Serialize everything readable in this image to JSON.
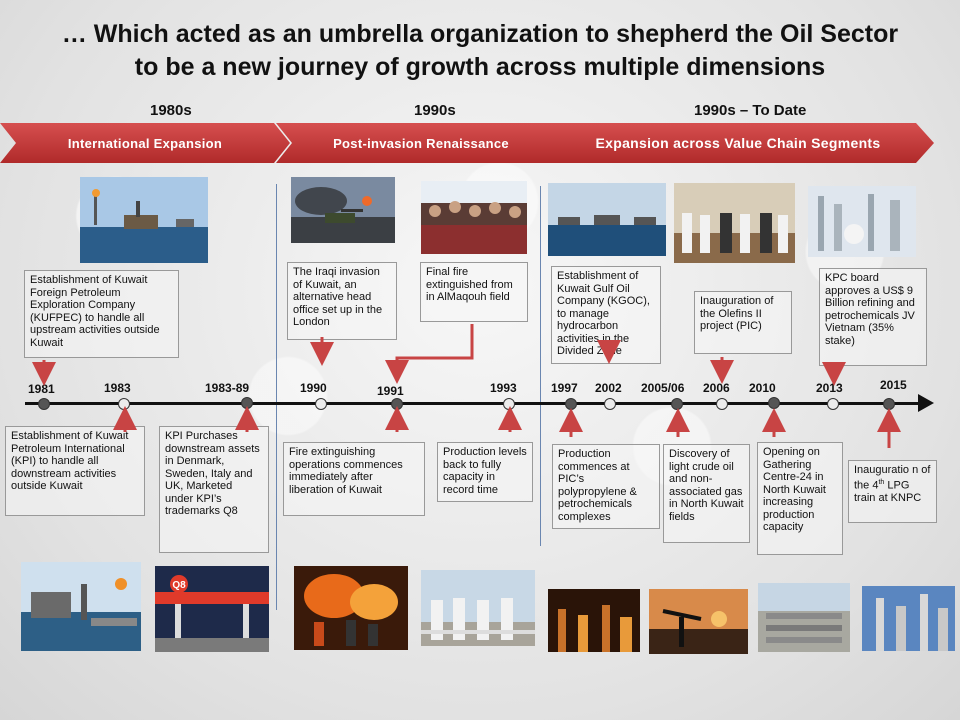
{
  "title": {
    "line1": "… Which acted as an umbrella organization to shepherd the Oil Sector",
    "line2": "to be a new journey of growth across multiple dimensions"
  },
  "eras": [
    {
      "label": "1980s",
      "banner": "International Expansion"
    },
    {
      "label": "1990s",
      "banner": "Post-invasion Renaissance"
    },
    {
      "label": "1990s – To Date",
      "banner": "Expansion across Value Chain Segments"
    }
  ],
  "years": {
    "y1981": "1981",
    "y1983": "1983",
    "y1983_89": "1983-89",
    "y1990": "1990",
    "y1991": "1991",
    "y1993": "1993",
    "y1997": "1997",
    "y2002": "2002",
    "y2005": "2005/06",
    "y2006": "2006",
    "y2010": "2010",
    "y2013": "2013",
    "y2015": "2015"
  },
  "above": {
    "kufpec": "Establishment of Kuwait Foreign Petroleum Exploration Company (KUFPEC) to handle all upstream activities outside Kuwait",
    "invasion": "The Iraqi invasion of Kuwait, an alternative head office set up in the London",
    "finalfire": "Final fire extinguished from in AlMaqouh field",
    "kgoc": "Establishment of Kuwait Gulf Oil Company (KGOC), to manage hydrocarbon activities in the Divided Zone",
    "olefins": "Inauguration of the Olefins II project (PIC)",
    "kpc_board": "KPC board approves a US$ 9 Billion refining and petrochemicals JV Vietnam (35% stake)"
  },
  "below": {
    "kpi": "Establishment of Kuwait Petroleum International (KPI) to handle  all  downstream activities outside Kuwait",
    "kpi_purchases": "KPI Purchases downstream assets in Denmark, Sweden, Italy and UK, Marketed under KPI’s trademarks Q8",
    "fire_ops": "Fire extinguishing operations commences immediately after liberation of Kuwait",
    "production_back": "Production levels back to fully capacity in record time",
    "pic_production": "Production commences at PIC’s polypropylene & petrochemicals complexes",
    "discovery": "Discovery of light crude oil and non-associated gas in North Kuwait fields",
    "gathering": "Opening on Gathering Centre-24 in North Kuwait increasing production capacity",
    "lpg_pre": "Inauguratio n of the 4",
    "lpg_sup": "th",
    "lpg_post": " LPG train at KNPC"
  },
  "photos": {
    "q8_logo": "Q8"
  },
  "colors": {
    "banner_red": "#c23b3b",
    "arrow_red": "#c84444",
    "divider_blue": "#6a86b0"
  }
}
